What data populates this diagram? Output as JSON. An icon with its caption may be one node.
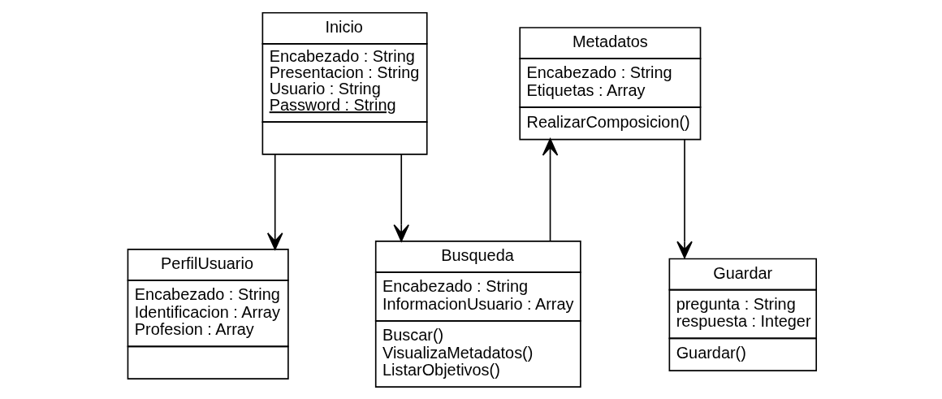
{
  "diagram": {
    "nodes": [
      {
        "text": [
          "Inicio",
          "Encabezado : String",
          "Presentacion : String",
          "Usuario : String",
          "Password : String"
        ]
      },
      {
        "text": [
          "PerfilUsuario",
          "Encabezado : String",
          "Identificacion : Array",
          "Profesion : Array"
        ]
      },
      {
        "text": [
          "Busqueda",
          "Encabezado : String",
          "InformacionUsuario : Array",
          "Buscar()",
          "VisualizaMetadatos()",
          "ListarObjetivos()"
        ]
      },
      {
        "text": [
          "Metadatos",
          "Encabezado : String",
          "Etiquetas : Array",
          "RealizarComposicion()"
        ]
      },
      {
        "text": [
          "Guardar",
          "pregunta : String",
          "respuesta : Integer",
          "Guardar()"
        ]
      }
    ],
    "edges": [
      {
        "from": 0,
        "to": 1,
        "arrow": "to"
      },
      {
        "from": 0,
        "to": 2,
        "arrow": "to"
      },
      {
        "from": 2,
        "to": 3,
        "arrow": "to"
      },
      {
        "from": 3,
        "to": 4,
        "arrow": "to"
      }
    ]
  }
}
